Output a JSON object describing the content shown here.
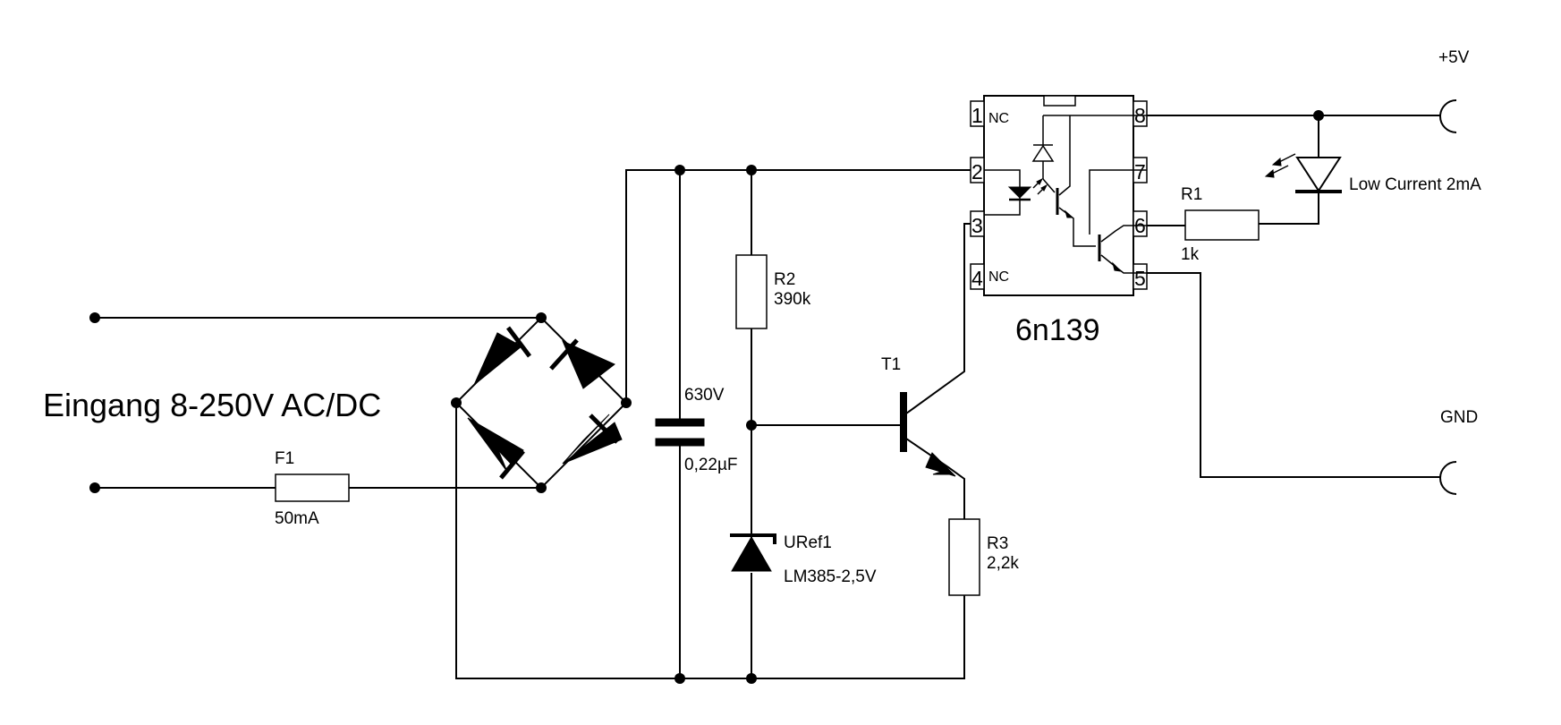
{
  "input": {
    "label": "Eingang 8-250V AC/DC"
  },
  "fuse": {
    "name": "F1",
    "value": "50mA"
  },
  "capacitor": {
    "voltage": "630V",
    "value": "0,22µF"
  },
  "resistors": {
    "r2": {
      "name": "R2",
      "value": "390k"
    },
    "r3": {
      "name": "R3",
      "value": "2,2k"
    },
    "r1": {
      "name": "R1",
      "value": "1k"
    }
  },
  "reference": {
    "name": "URef1",
    "value": "LM385-2,5V"
  },
  "transistor": {
    "name": "T1"
  },
  "optocoupler": {
    "name": "6n139",
    "pins": {
      "p1": "1",
      "p2": "2",
      "p3": "3",
      "p4": "4",
      "p5": "5",
      "p6": "6",
      "p7": "7",
      "p8": "8"
    },
    "nc": "NC"
  },
  "led": {
    "label": "Low Current 2mA"
  },
  "supply": {
    "vcc": "+5V",
    "gnd": "GND"
  }
}
